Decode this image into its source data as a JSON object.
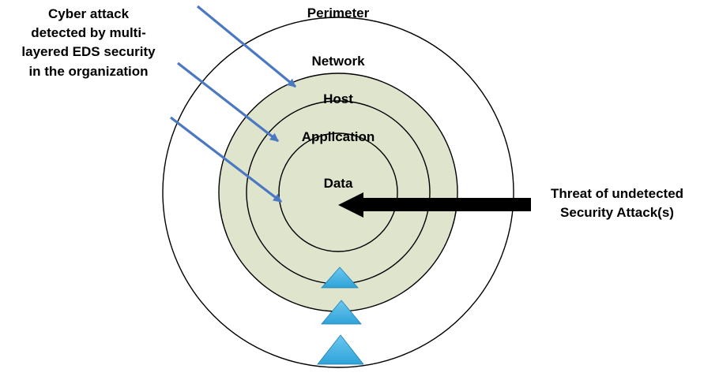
{
  "colors": {
    "inner_fill": "#dfe4cc",
    "ring_stroke": "#000000",
    "attack_arrow": "#4a78c2",
    "threat_arrow": "#000000",
    "triangle_fill": "#2fa3d8"
  },
  "rings": {
    "perimeter": "Perimeter",
    "network": "Network",
    "host": "Host",
    "application": "Application",
    "data": "Data"
  },
  "attack_note": {
    "line1": "Cyber attack",
    "line2": "detected by multi-",
    "line3": "layered EDS security",
    "line4": "in the organization"
  },
  "threat_note": {
    "line1": "Threat of undetected",
    "line2": "Security Attack(s)"
  },
  "icons": {
    "attack_arrow": "diagonal-arrow-icon",
    "threat_arrow": "left-arrow-icon",
    "layer_marker": "triangle-icon"
  }
}
